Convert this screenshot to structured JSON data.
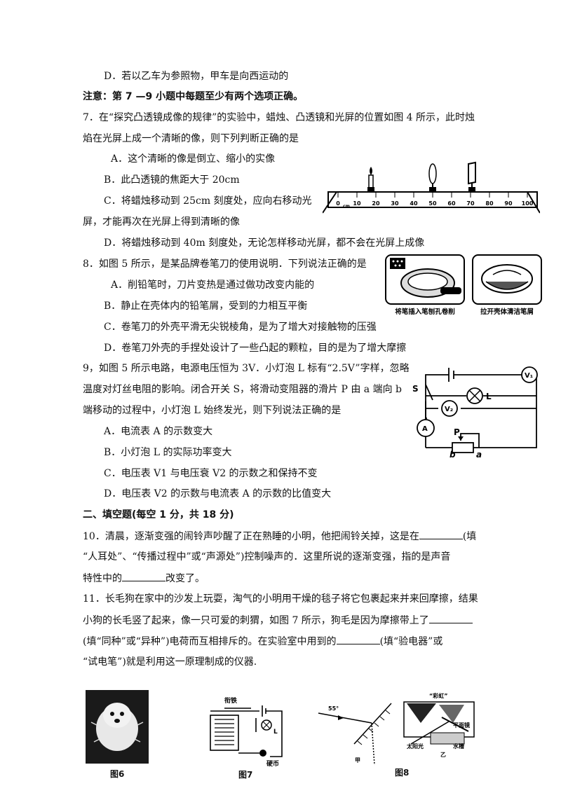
{
  "lines": {
    "l1": "D．若以乙车为参照物，甲车是向西运动的",
    "l2": "注意：第 7 —9 小题中每题至少有两个选项正确。",
    "l3": "7．在“探究凸透镜成像的规律”的实验中，蜡烛、凸透镜和光屏的位置如图 4 所示，此时烛",
    "l4": "焰在光屏上成一个清晰的像，则下列判断正确的是",
    "l5": "A．这个清晰的像是倒立、缩小的实像",
    "l6": "B．此凸透镜的焦距大于 20cm",
    "l7": "C．将蜡烛移动到 25cm 刻度处，应向右移动光",
    "l8": "屏，才能再次在光屏上得到清晰的像",
    "l9": "D．将蜡烛移动到 40m 刻度处，无论怎样移动光屏，都不会在光屏上成像",
    "l10": "8．如图 5 所示，是某品牌卷笔刀的使用说明．下列说法正确的是",
    "l11": "A．削铅笔时，刀片变热是通过做功改变内能的",
    "l12": "B．静止在壳体内的铅笔屑，受到的力相互平衡",
    "l13": "C．卷笔刀的外壳平滑无尖锐棱角，是为了增大对接触物的压强",
    "l14": "D．卷笔刀外壳的手捏处设计了一些凸起的颗粒，目的是为了增大摩擦",
    "l15": "9，如图 5 所示电路，电源电压恒为 3V．小灯泡 L 标有“2.5V”字样，忽略",
    "l16": "温度对灯丝电阻的影响。闭合开关 S，将滑动变阻器的滑片 P 由 a 端向 b",
    "l17": "端移动的过程中，小灯泡 L 始终发光，则下列说法正确的是",
    "l18": "A．电流表 A 的示数变大",
    "l19": "B．小灯泡 L 的实际功率变大",
    "l20": "C．电压表 V1 与电压衰 V2 的示数之和保持不变",
    "l21": "D．电压表 V2 的示数与电流表 A 的示数的比值变大",
    "l22": "二、填空题(每空 1 分，共 18 分)",
    "l23a": "10．清晨，逐渐变强的闹铃声吵醒了正在熟睡的小明，他把闹铃关掉，这是在",
    "l23b": "(填",
    "l24": "“人耳处”、“传播过程中”或“声源处”)控制噪声的．这里所说的逐渐变强，指的是声音",
    "l25a": "特性中的",
    "l25b": "改变了。",
    "l26": "11．长毛狗在家中的沙发上玩耍，淘气的小明用干燥的毯子将它包裹起来并来回摩擦，结果",
    "l27a": "小狗的长毛竖了起来，像一只可爱的刺猬，如图 7 所示，狗毛是因为摩擦带上了",
    "l28a": "(填“同种”或“异种”)电荷而互相排斥的。在实验室中用到的",
    "l28b": "(填“验电器”或",
    "l29": "“试电笔”)就是利用这一原理制成的仪器."
  },
  "figures": {
    "ruler_unit": "cm",
    "ruler_ticks": [
      "0",
      "10",
      "20",
      "30",
      "40",
      "50",
      "60",
      "70",
      "80",
      "90",
      "100"
    ],
    "sharpener_cap1": "将笔插入笔刨孔卷削",
    "sharpener_cap2": "拉开壳体清洁笔屑",
    "circuit_labels": {
      "s": "S",
      "l": "L",
      "v1": "V₁",
      "v2": "V₂",
      "a": "A",
      "p": "P",
      "b": "b",
      "end_a": "a"
    },
    "fig6": "图6",
    "fig7": "图7",
    "fig7_labels": {
      "armature": "衔铁",
      "l": "L",
      "coin": "硬币"
    },
    "fig8": "图8",
    "fig8_labels": {
      "angle": "55°",
      "jia": "甲",
      "rainbow": "“彩虹”",
      "mirror": "平面镜",
      "sunlight": "太阳光",
      "tank": "水槽",
      "yi": "乙"
    }
  }
}
